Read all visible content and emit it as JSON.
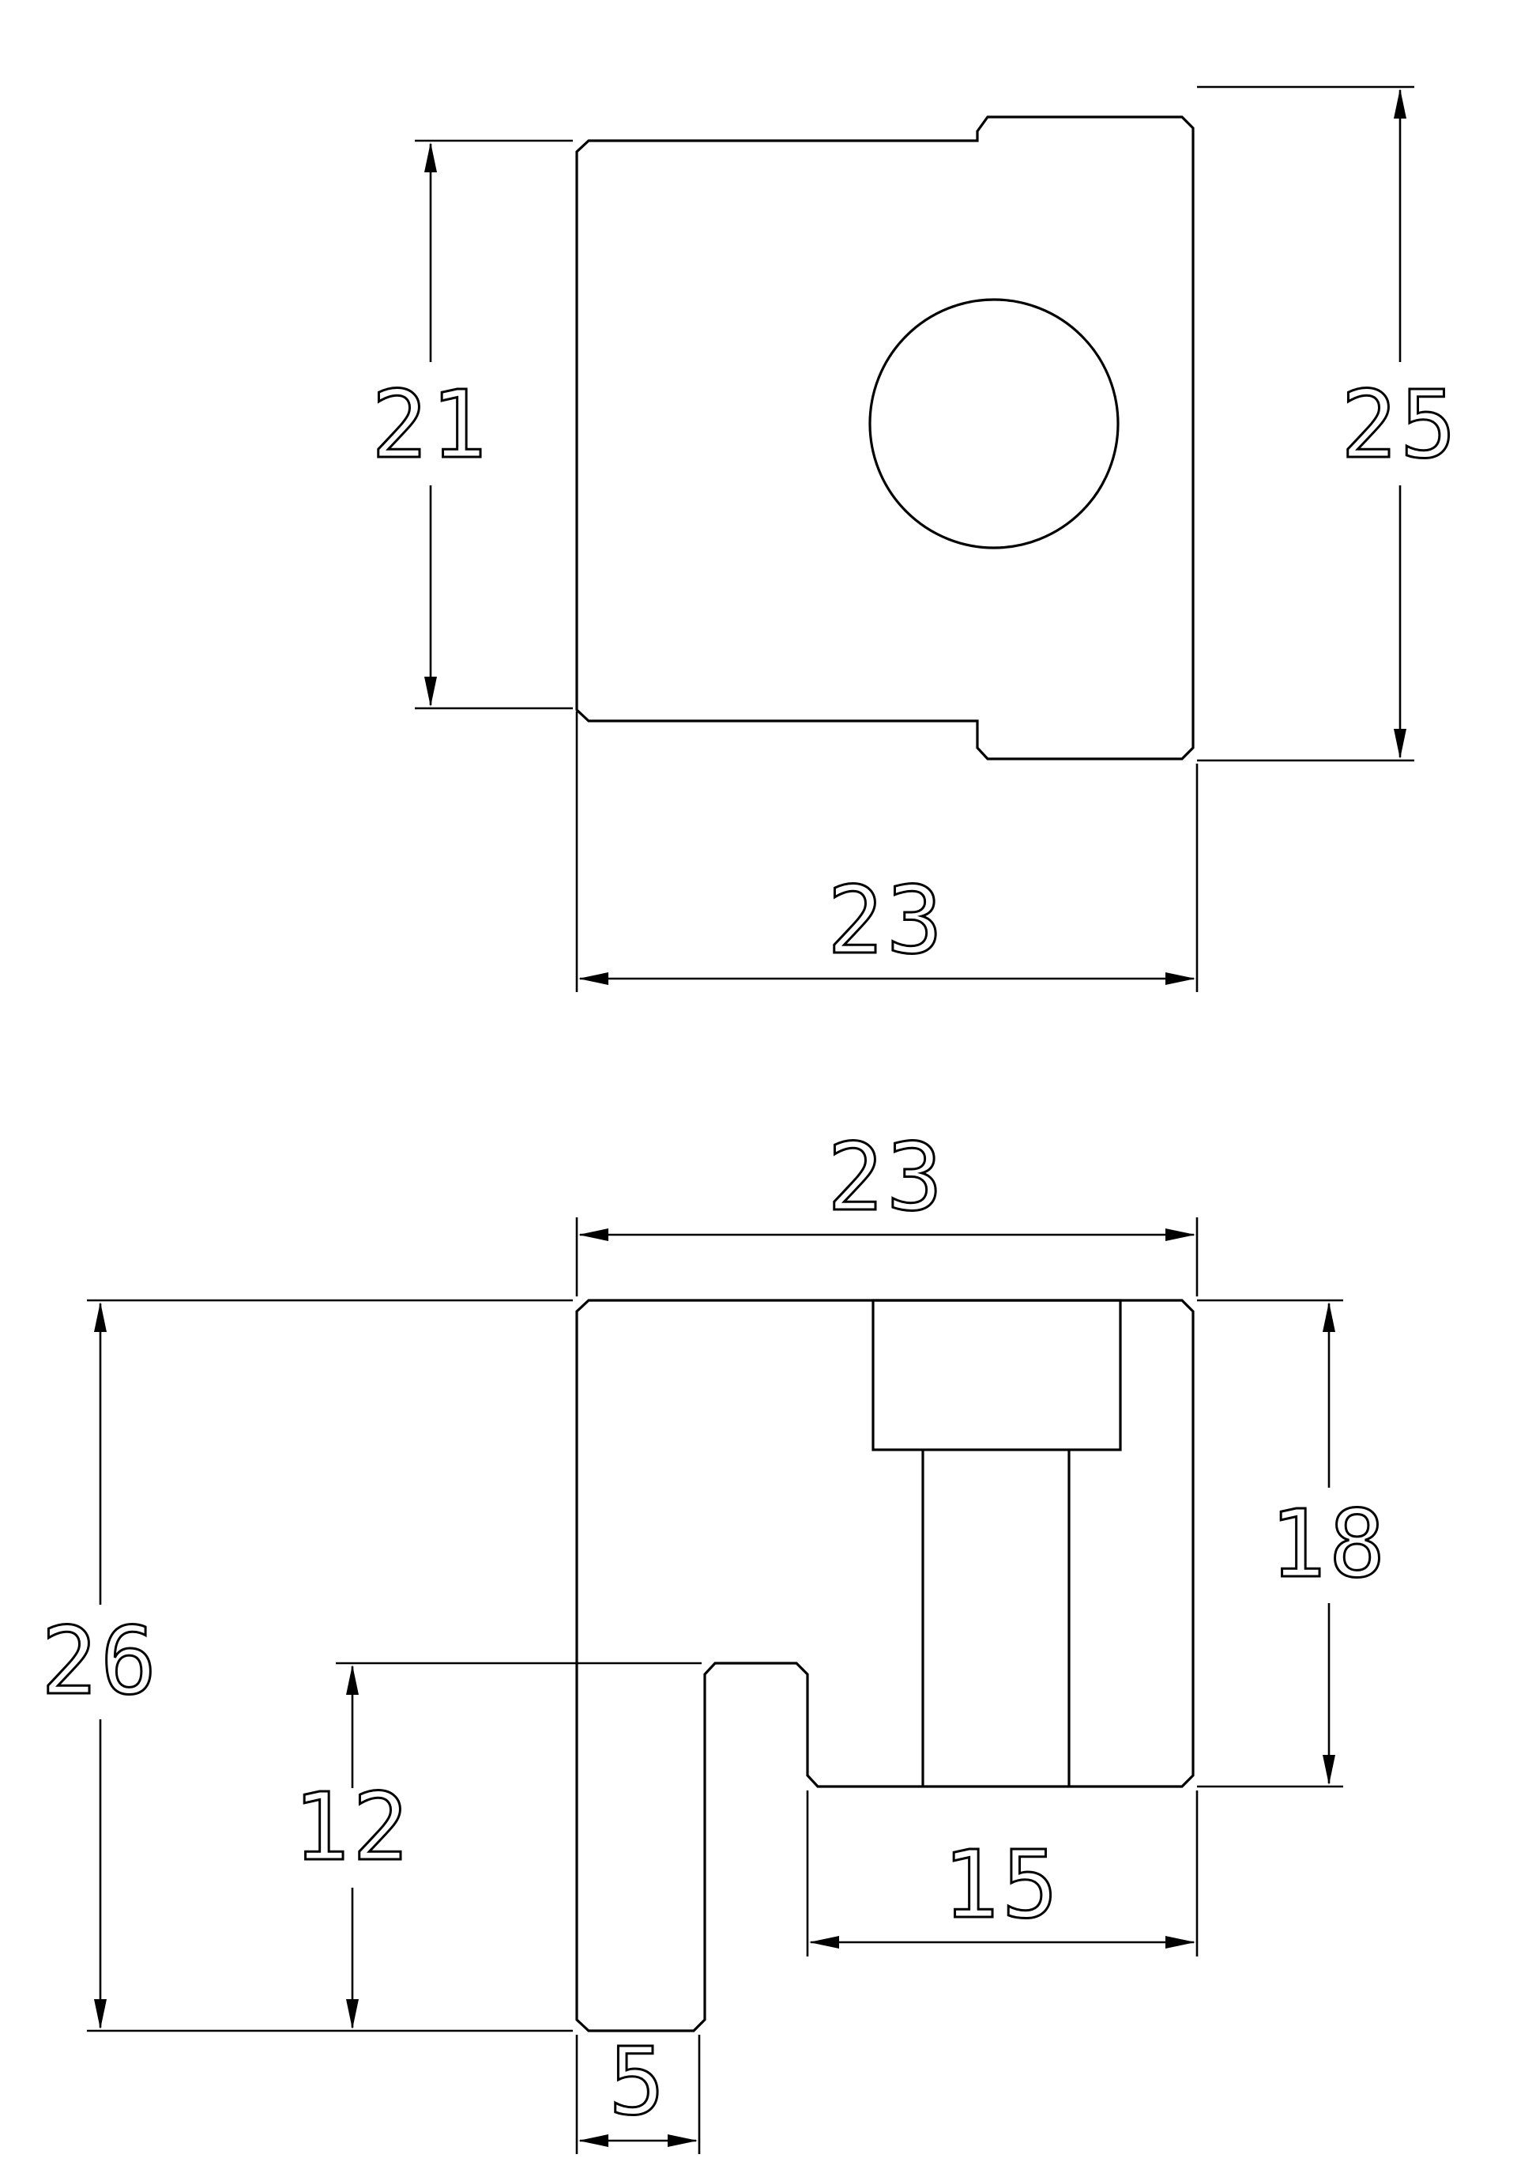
{
  "top_view": {
    "dimensions": {
      "height_left": "21",
      "height_right": "25",
      "width_bottom": "23"
    }
  },
  "front_view": {
    "dimensions": {
      "width_top": "23",
      "height_total": "26",
      "height_right": "18",
      "height_step": "12",
      "width_step": "15",
      "width_tab": "5"
    }
  }
}
